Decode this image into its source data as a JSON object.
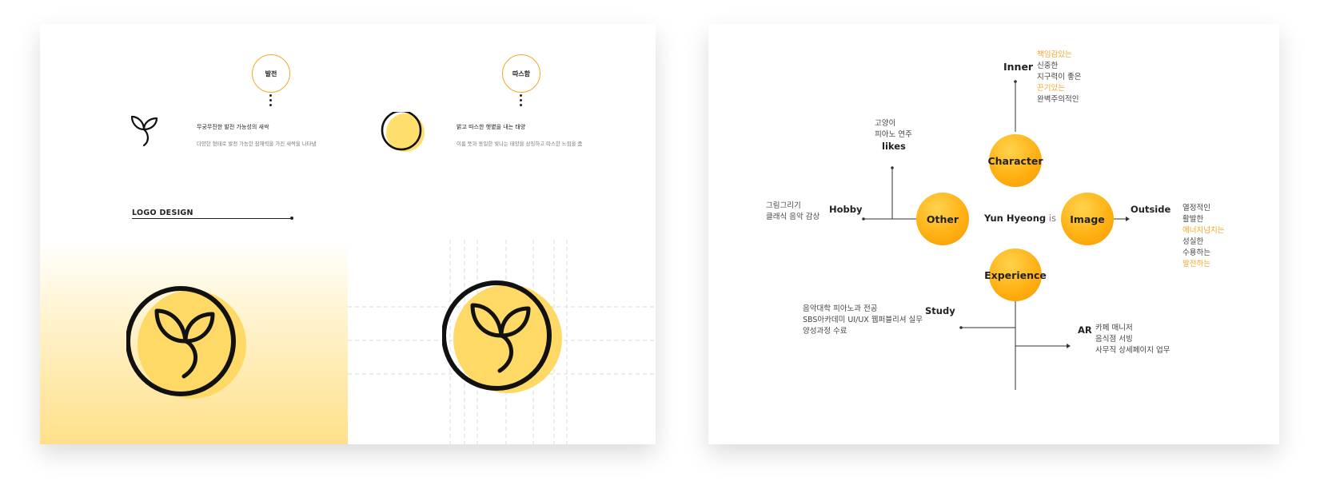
{
  "left_card": {
    "keyword1": "발전",
    "keyword2": "따스함",
    "desc1_title": "무궁무진한 발전 가능성의 새싹",
    "desc1_sub": "다양한 형태로 발전 가능한 잠재력을 가진 새싹을 나타냄",
    "desc2_title": "밝고 따스한 햇볕을 내는 태양",
    "desc2_sub": "이름 뜻과 동일한 빛나는 태양을 상징하고 따스한 느낌을 줌",
    "section_title": "LOGO DESIGN"
  },
  "right_card": {
    "center": {
      "name": "Yun Hyeong",
      "suffix": " is"
    },
    "nodes": {
      "character": "Character",
      "other": "Other",
      "image": "Image",
      "experience": "Experience"
    },
    "inner": {
      "label": "Inner",
      "items": [
        "책임감있는",
        "신중한",
        "지구력이 좋은",
        "끈기있는",
        "완벽주의적인"
      ]
    },
    "likes": {
      "label": "likes",
      "items": [
        "고양이",
        "피아노 연주"
      ]
    },
    "hobby": {
      "label": "Hobby",
      "items": [
        "그림그리기",
        "클래식 음악 감상"
      ]
    },
    "outside": {
      "label": "Outside",
      "items": [
        "열정적인",
        "활발한",
        "에너지넘치는",
        "성실한",
        "수용하는",
        "발전하는"
      ]
    },
    "study": {
      "label": "Study",
      "items": [
        "음악대학 피아노과 전공",
        "SBS아카데미 UI/UX 웹퍼블리셔 실무",
        "양성과정 수료"
      ]
    },
    "ar": {
      "label": "AR",
      "items": [
        "카페 매니저",
        "음식점 서빙",
        "사무직 상세페이지 업무"
      ]
    },
    "accent_color": "#f5a623"
  }
}
